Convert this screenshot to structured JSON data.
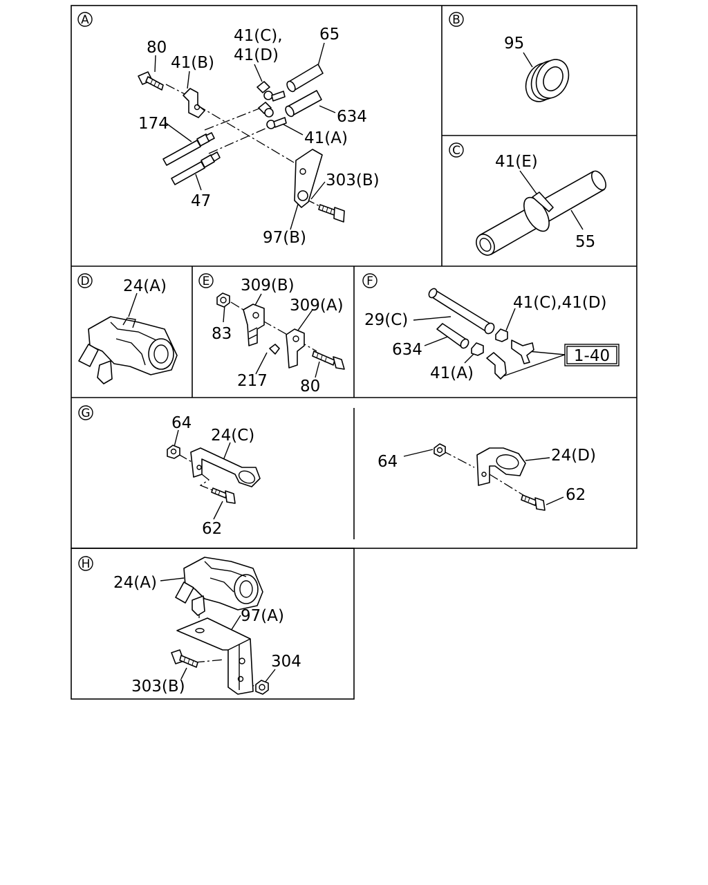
{
  "sections": {
    "a": {
      "marker": "A",
      "labels": {
        "p80": "80",
        "p41b": "41(B)",
        "p41c": "41(C),",
        "p41d": "41(D)",
        "p65": "65",
        "p634": "634",
        "p41a": "41(A)",
        "p174": "174",
        "p303b": "303(B)",
        "p47": "47",
        "p97b": "97(B)"
      }
    },
    "b": {
      "marker": "B",
      "labels": {
        "p95": "95"
      }
    },
    "c": {
      "marker": "C",
      "labels": {
        "p41e": "41(E)",
        "p55": "55"
      }
    },
    "d": {
      "marker": "D",
      "labels": {
        "p24a": "24(A)"
      }
    },
    "e": {
      "marker": "E",
      "labels": {
        "p309b": "309(B)",
        "p309a": "309(A)",
        "p83": "83",
        "p217": "217",
        "p80": "80"
      }
    },
    "f": {
      "marker": "F",
      "labels": {
        "p41cd": "41(C),41(D)",
        "p29c": "29(C)",
        "p634": "634",
        "p41a": "41(A)",
        "ref": "1-40"
      }
    },
    "g": {
      "marker": "G",
      "labels": {
        "p64l": "64",
        "p24c": "24(C)",
        "p62l": "62",
        "p64r": "64",
        "p24d": "24(D)",
        "p62r": "62"
      }
    },
    "h": {
      "marker": "H",
      "labels": {
        "p24a": "24(A)",
        "p97a": "97(A)",
        "p304": "304",
        "p303b": "303(B)"
      }
    }
  }
}
